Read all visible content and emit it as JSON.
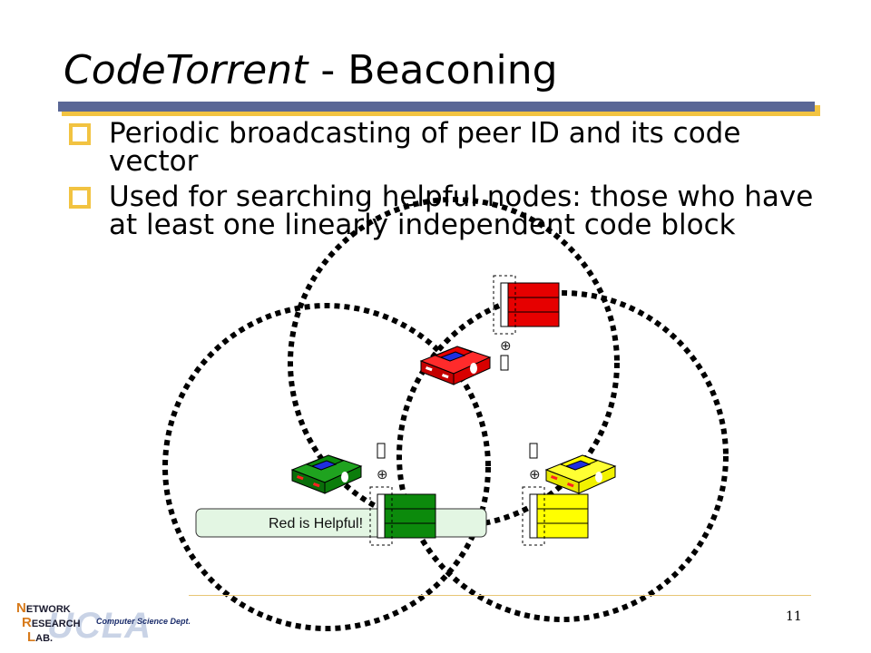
{
  "slide": {
    "title_italic": "CodeTorrent",
    "title_rest": " - Beaconing",
    "bullets": [
      "Periodic broadcasting of peer ID and its code vector",
      "Used for searching helpful nodes: those who have at least one linearly independent code block"
    ],
    "callout_label": "Red is Helpful!",
    "page_number": "11"
  },
  "logo": {
    "line1_initial": "N",
    "line1_rest": "ETWORK",
    "line2_initial": "R",
    "line2_rest": "ESEARCH",
    "line3_initial": "L",
    "line3_rest": "AB.",
    "ucla": "UCLA",
    "dept": "Computer Science Dept."
  },
  "colors": {
    "title_bar": "#5a6796",
    "accent": "#f2c341",
    "red_car": "#e60000",
    "green_car": "#0c8a0c",
    "yellow_car": "#ffff00",
    "callout_fill": "#e3f6e3"
  }
}
